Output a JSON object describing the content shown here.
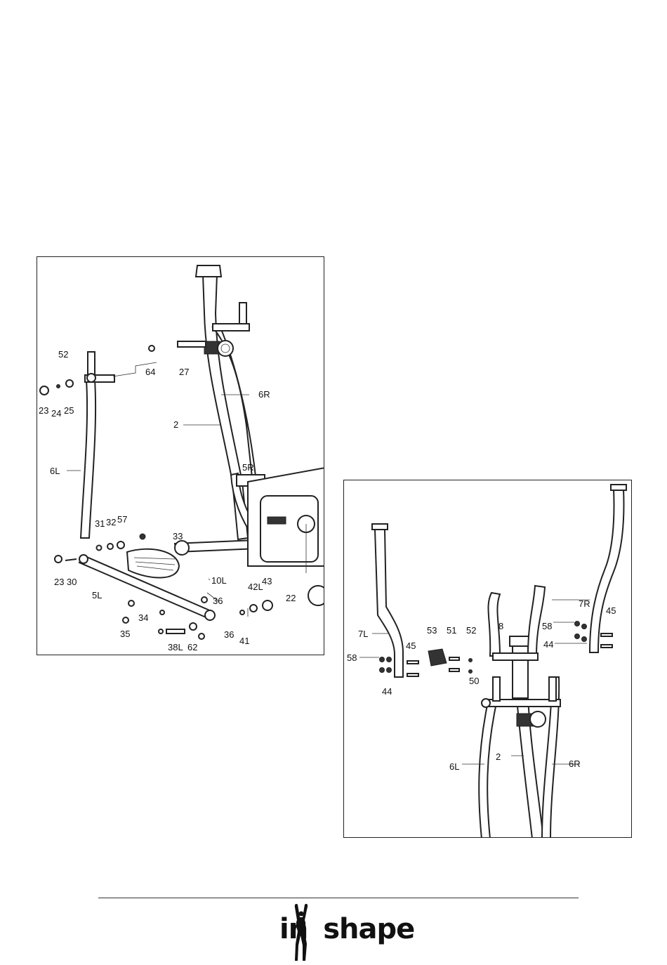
{
  "diagram_left": {
    "labels": [
      "52",
      "23",
      "24",
      "25",
      "64",
      "27",
      "6R",
      "2",
      "5R",
      "6L",
      "31",
      "32",
      "57",
      "33",
      "23",
      "30",
      "5L",
      "10L",
      "42L",
      "43",
      "22",
      "36",
      "34",
      "35",
      "38L",
      "62",
      "36",
      "41"
    ]
  },
  "diagram_right": {
    "labels": [
      "7L",
      "58",
      "44",
      "45",
      "53",
      "51",
      "52",
      "8",
      "50",
      "7R",
      "45",
      "58",
      "44",
      "6L",
      "2",
      "6R"
    ]
  },
  "footer": {
    "brand_prefix": "in",
    "brand_suffix": "shape"
  }
}
